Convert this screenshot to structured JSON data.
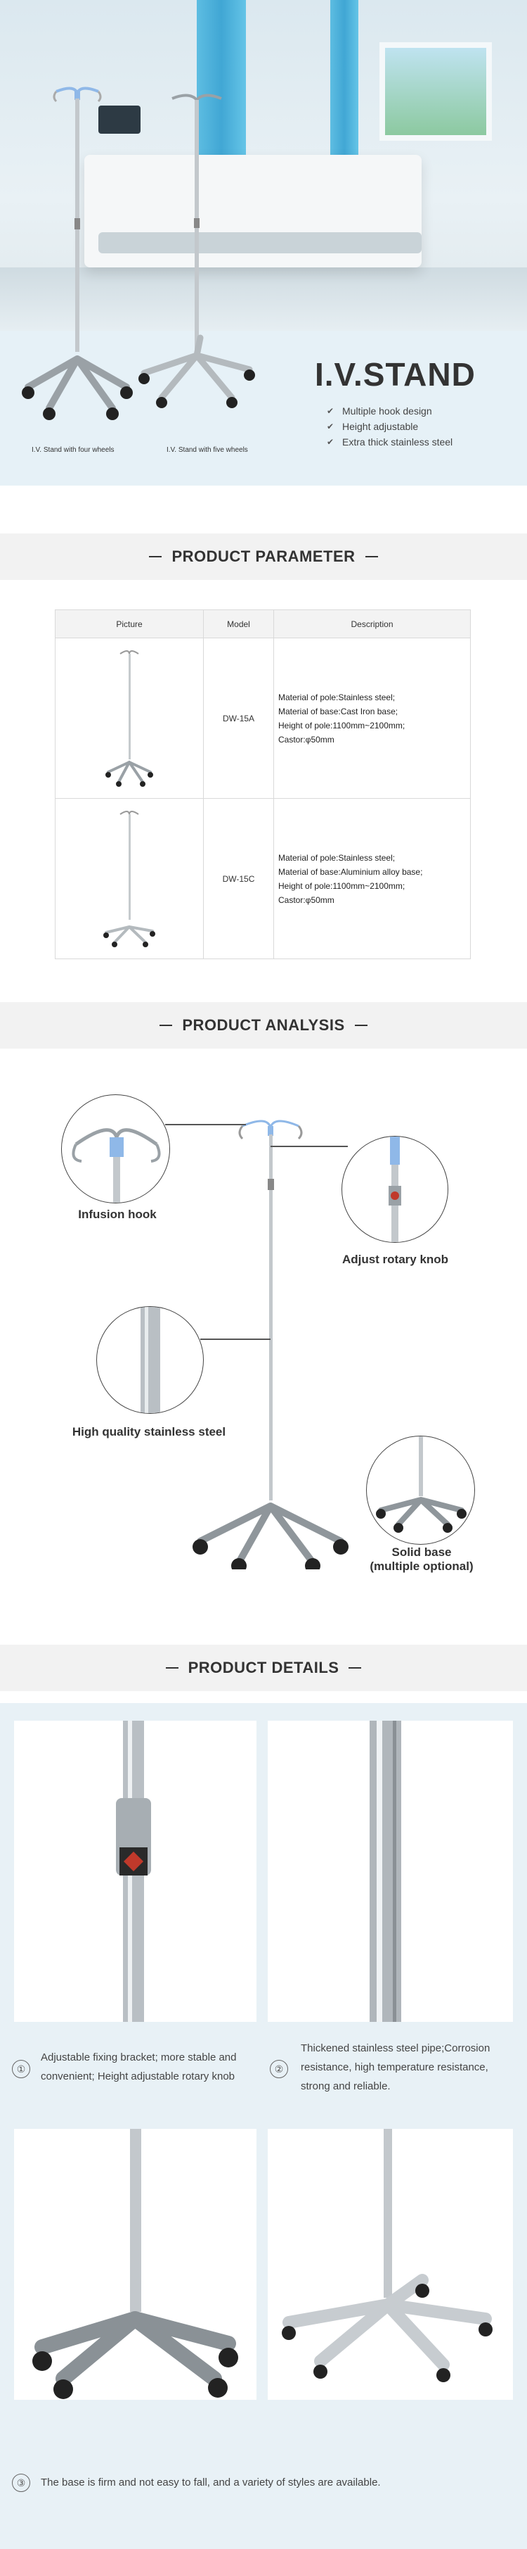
{
  "hero": {
    "title": "I.V.STAND",
    "features": [
      "Multiple hook design",
      "Height adjustable",
      "Extra thick stainless steel"
    ],
    "caption_left": "I.V. Stand with four wheels",
    "caption_right": "I.V. Stand with five wheels"
  },
  "sections": {
    "parameter": "PRODUCT PARAMETER",
    "analysis": "PRODUCT ANALYSIS",
    "details": "PRODUCT DETAILS"
  },
  "table": {
    "headers": [
      "Picture",
      "Model",
      "Description"
    ],
    "rows": [
      {
        "model": "DW-15A",
        "description": [
          "Material of pole:Stainless steel;",
          "Material of base:Cast Iron base;",
          "Height of pole:1100mm~2100mm;",
          "Castor:φ50mm"
        ]
      },
      {
        "model": "DW-15C",
        "description": [
          "Material of pole:Stainless steel;",
          "Material of base:Aluminium alloy base;",
          "Height of pole:1100mm~2100mm;",
          "Castor:φ50mm"
        ]
      }
    ]
  },
  "analysis": {
    "infusion_hook": "Infusion hook",
    "rotary_knob": "Adjust rotary knob",
    "stainless_steel": "High quality stainless steel",
    "solid_base_1": "Solid base",
    "solid_base_2": "(multiple optional)"
  },
  "details": {
    "items": [
      {
        "num": "①",
        "text": "Adjustable fixing bracket; more stable and convenient; Height adjustable rotary knob"
      },
      {
        "num": "②",
        "text": "Thickened stainless steel pipe;Corrosion resistance, high temperature resistance, strong and reliable."
      },
      {
        "num": "③",
        "text": "The base is firm and not easy to fall, and a variety of styles are available."
      }
    ]
  },
  "colors": {
    "hero_band": "#e6f1f7",
    "section_bg": "#f2f2f2",
    "detail_bg": "#e8f1f6",
    "steel": "#b9bfc4",
    "hook_blue": "#8fb8e8"
  }
}
